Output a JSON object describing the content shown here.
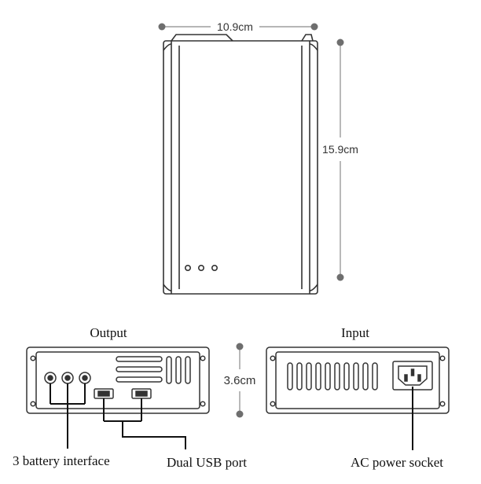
{
  "dimensions": {
    "width": "10.9cm",
    "height": "15.9cm",
    "depth": "3.6cm"
  },
  "panels": {
    "output_title": "Output",
    "input_title": "Input"
  },
  "callouts": {
    "battery": "3 battery interface",
    "usb": "Dual USB port",
    "ac": "AC power socket"
  },
  "colors": {
    "line": "#333333",
    "dimension_line": "#8a8a8a",
    "dot": "#6e6e6e",
    "background": "#ffffff"
  }
}
